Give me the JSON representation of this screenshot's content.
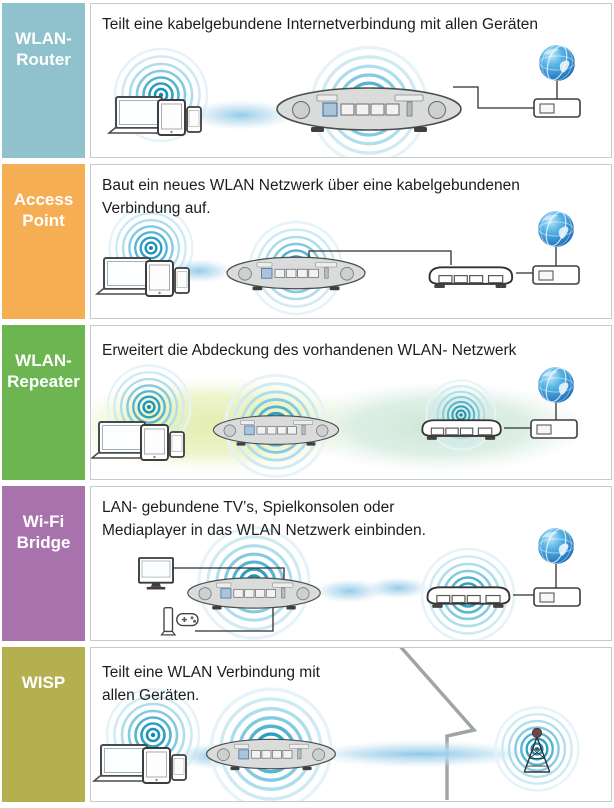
{
  "rows": [
    {
      "id": "wlan-router",
      "label_lines": [
        "WLAN-",
        "Router"
      ],
      "description_lines": [
        "Teilt eine kabelgebundene Internetverbindung mit allen Geräten"
      ],
      "color": "#8fc2cd"
    },
    {
      "id": "access-point",
      "label_lines": [
        "Access",
        "Point"
      ],
      "description_lines": [
        "Baut ein neues WLAN Netzwerk über eine kabelgebundenen",
        "Verbindung auf."
      ],
      "color": "#f6ae55"
    },
    {
      "id": "wlan-repeater",
      "label_lines": [
        "WLAN-",
        "Repeater"
      ],
      "description_lines": [
        "Erweitert die Abdeckung des vorhandenen WLAN- Netzwerk"
      ],
      "color": "#6cb551"
    },
    {
      "id": "wifi-bridge",
      "label_lines": [
        "Wi-Fi",
        "Bridge"
      ],
      "description_lines": [
        "LAN- gebundene TV’s, Spielkonsolen oder",
        "Mediaplayer in das WLAN Netzwerk einbinden."
      ],
      "color": "#a873ad"
    },
    {
      "id": "wisp",
      "label_lines": [
        "WISP"
      ],
      "description_lines": [
        "Teilt eine WLAN Verbindung mit",
        "allen Geräten."
      ],
      "color": "#b4b04f"
    }
  ],
  "colors": {
    "label_text": "#ffffff",
    "description_text": "#1d1d1d",
    "panel_border": "#c6cbcb",
    "wifi_waves": "#2aa3c9",
    "signal_beam": "#8ec8e8",
    "coverage_yellow": "#e3ecab",
    "coverage_green": "#c9e5d3",
    "globe_blue": "#1668b5",
    "bottom_strip": "#c2c8c9"
  },
  "icons": {
    "clients": "laptop-tablet-phone-icon",
    "router": "wlan-router-icon",
    "wifi": "wifi-waves-icon",
    "globe": "internet-globe-icon",
    "modem": "modem-icon",
    "flat_router": "existing-router-icon",
    "tv": "tv-icon",
    "console": "game-console-icon",
    "antenna": "wisp-antenna-icon",
    "house": "house-outline",
    "beam": "signal-beam",
    "cable": "network-cable"
  }
}
